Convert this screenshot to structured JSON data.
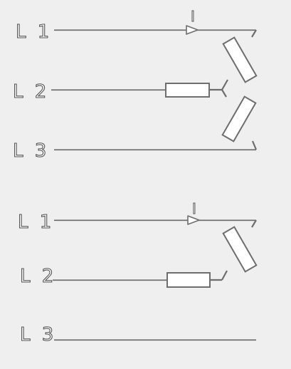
{
  "diagram_1": {
    "lines": [
      {
        "id": "l1",
        "label": "L 1"
      },
      {
        "id": "l2",
        "label": "L 2"
      },
      {
        "id": "l3",
        "label": "L 3"
      }
    ],
    "current_label": "I",
    "connection": "star"
  },
  "diagram_2": {
    "lines": [
      {
        "id": "l1",
        "label": "L 1"
      },
      {
        "id": "l2",
        "label": "L 2"
      },
      {
        "id": "l3",
        "label": "L 3"
      }
    ],
    "current_label": "I",
    "connection": "star-with-open-phase-l3"
  },
  "colors": {
    "background": "#efefef",
    "wire": "#6e6e6e",
    "resistor_fill": "#ffffff"
  }
}
